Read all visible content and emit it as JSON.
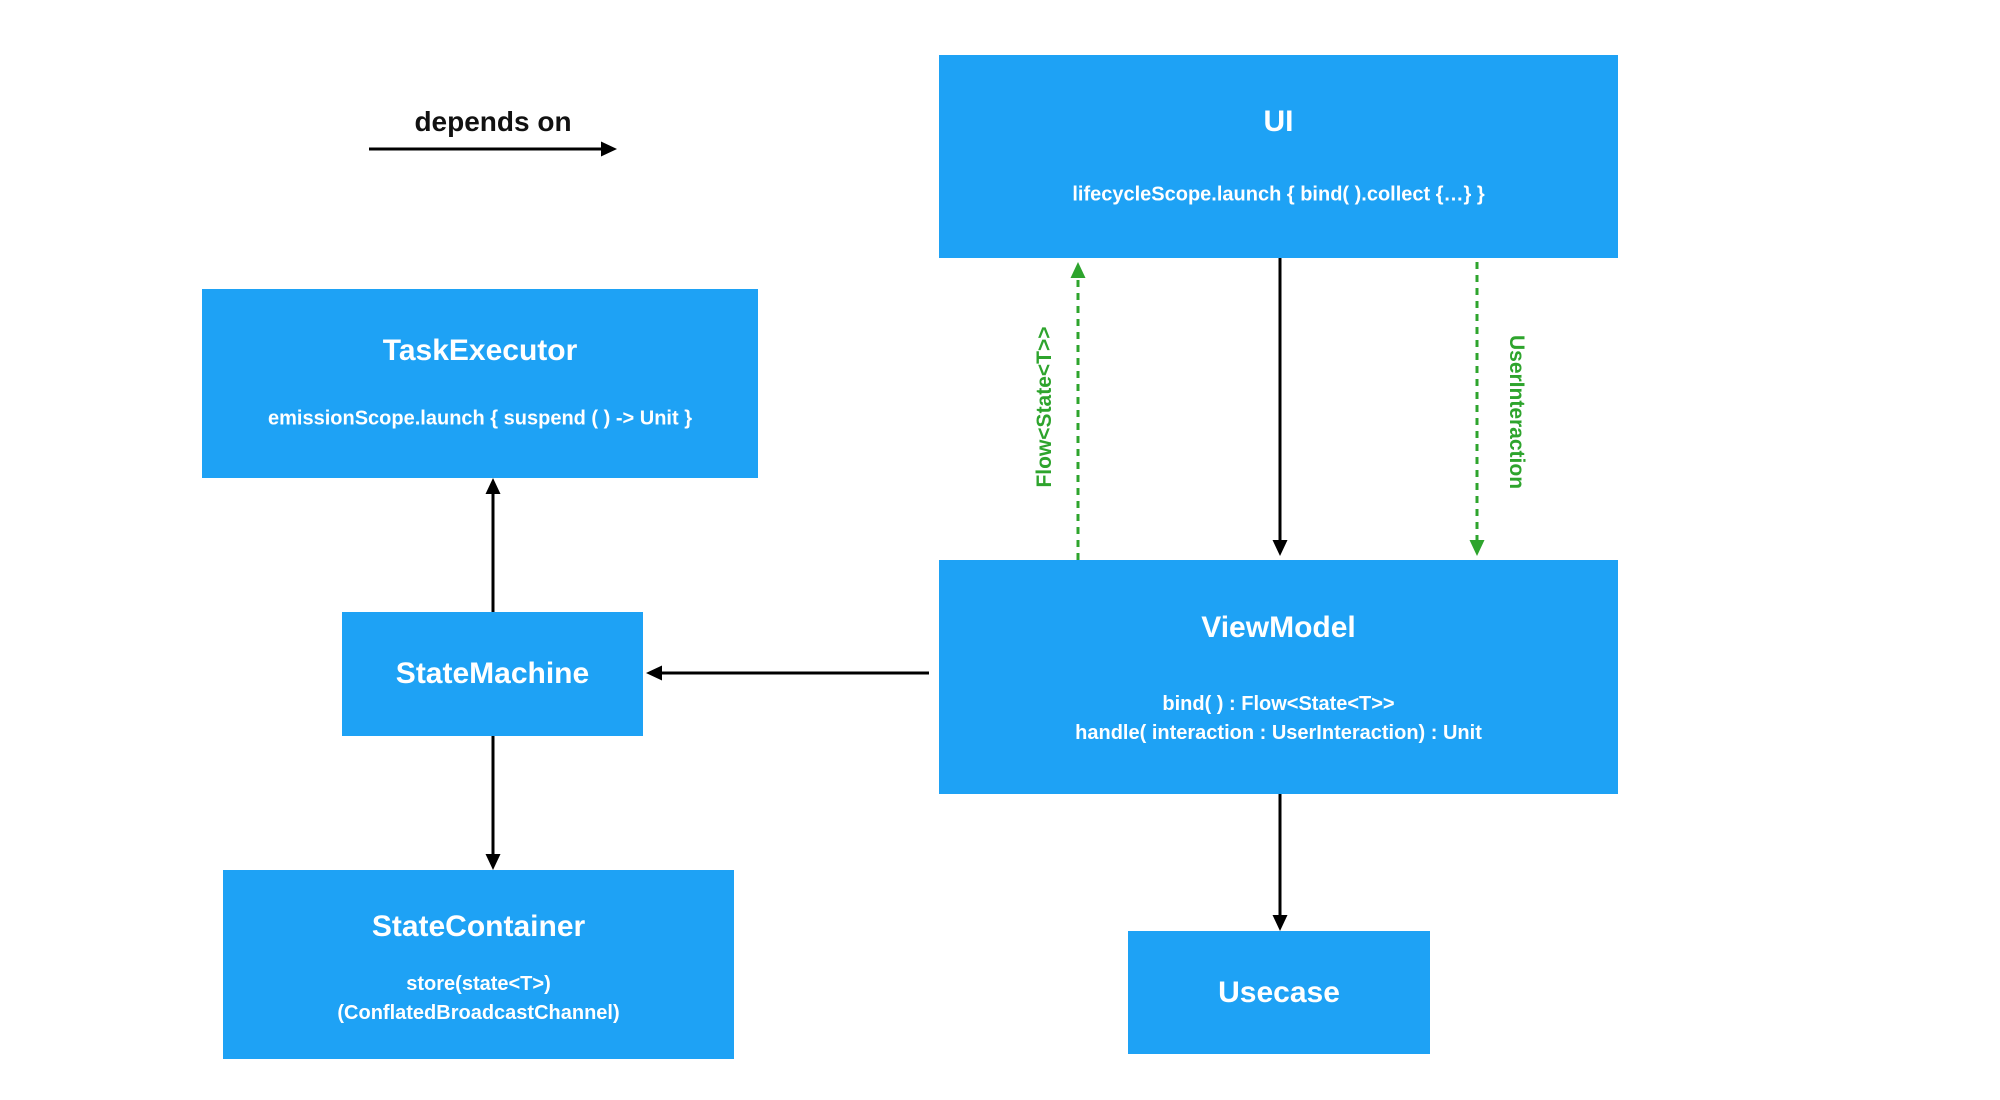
{
  "legend": {
    "label": "depends on"
  },
  "colors": {
    "node_fill": "#1EA2F5",
    "node_text": "#FFFFFF",
    "dependency_arrow": "#000000",
    "flow_arrow": "#2EA42D"
  },
  "nodes": {
    "ui": {
      "title": "UI",
      "subtitle": "lifecycleScope.launch { bind( ).collect {…} }"
    },
    "task_executor": {
      "title": "TaskExecutor",
      "subtitle": "emissionScope.launch { suspend ( ) -> Unit }"
    },
    "view_model": {
      "title": "ViewModel",
      "method1": "bind( ) : Flow<State<T>>",
      "method2": "handle( interaction : UserInteraction) : Unit"
    },
    "state_machine": {
      "title": "StateMachine"
    },
    "state_container": {
      "title": "StateContainer",
      "detail1": "store(state<T>)",
      "detail2": "(ConflatedBroadcastChannel)"
    },
    "usecase": {
      "title": "Usecase"
    }
  },
  "edge_labels": {
    "flow_state": "Flow<State<T>>",
    "user_interaction": "UserInteraction"
  }
}
